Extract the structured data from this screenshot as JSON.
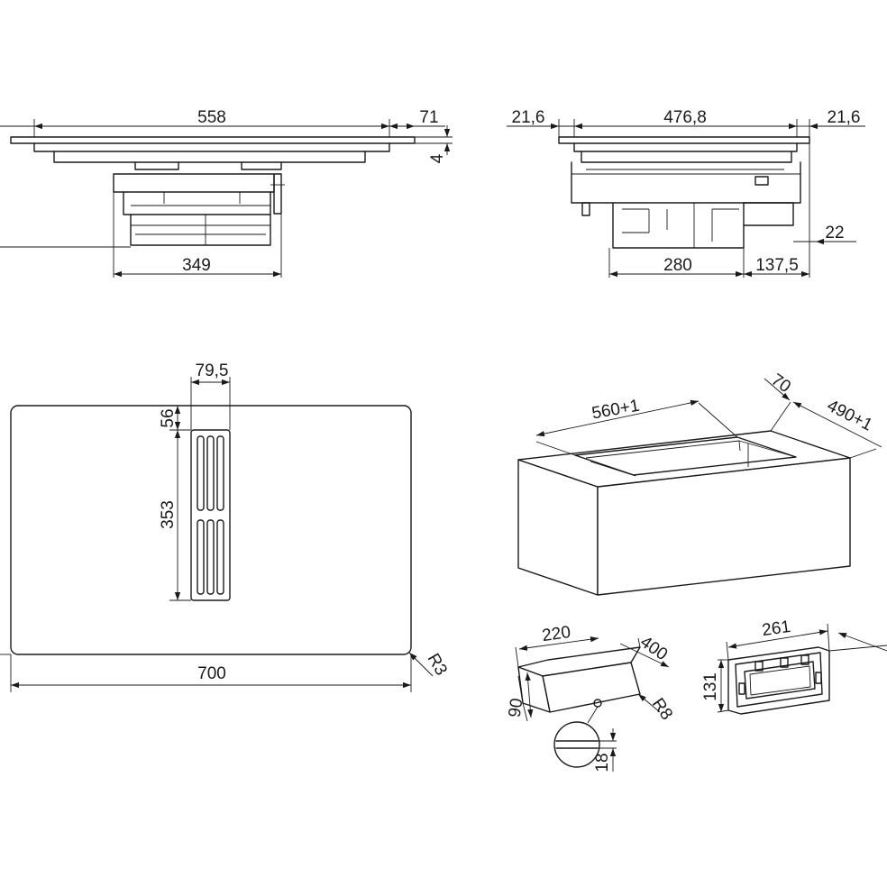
{
  "views": {
    "side_view": {
      "width": "558",
      "overhang": "71",
      "thickness": "4",
      "unit_depth": "349"
    },
    "front_view": {
      "left_margin": "21,6",
      "width": "476,8",
      "right_margin": "21,6",
      "unit_width": "280",
      "offset": "137,5",
      "clearance": "22"
    },
    "top_view": {
      "vent_width": "79,5",
      "vent_offset": "56",
      "vent_length": "353",
      "hob_width": "700",
      "corner_radius": "R3"
    },
    "cutout_view": {
      "cutout_width": "560+1",
      "rear_gap": "70",
      "cutout_depth": "490+1"
    },
    "duct_view": {
      "length": "220",
      "depth": "400",
      "height": "90",
      "radius": "R8",
      "detail_thickness": "18"
    },
    "flange_view": {
      "width": "261",
      "height": "131"
    }
  }
}
